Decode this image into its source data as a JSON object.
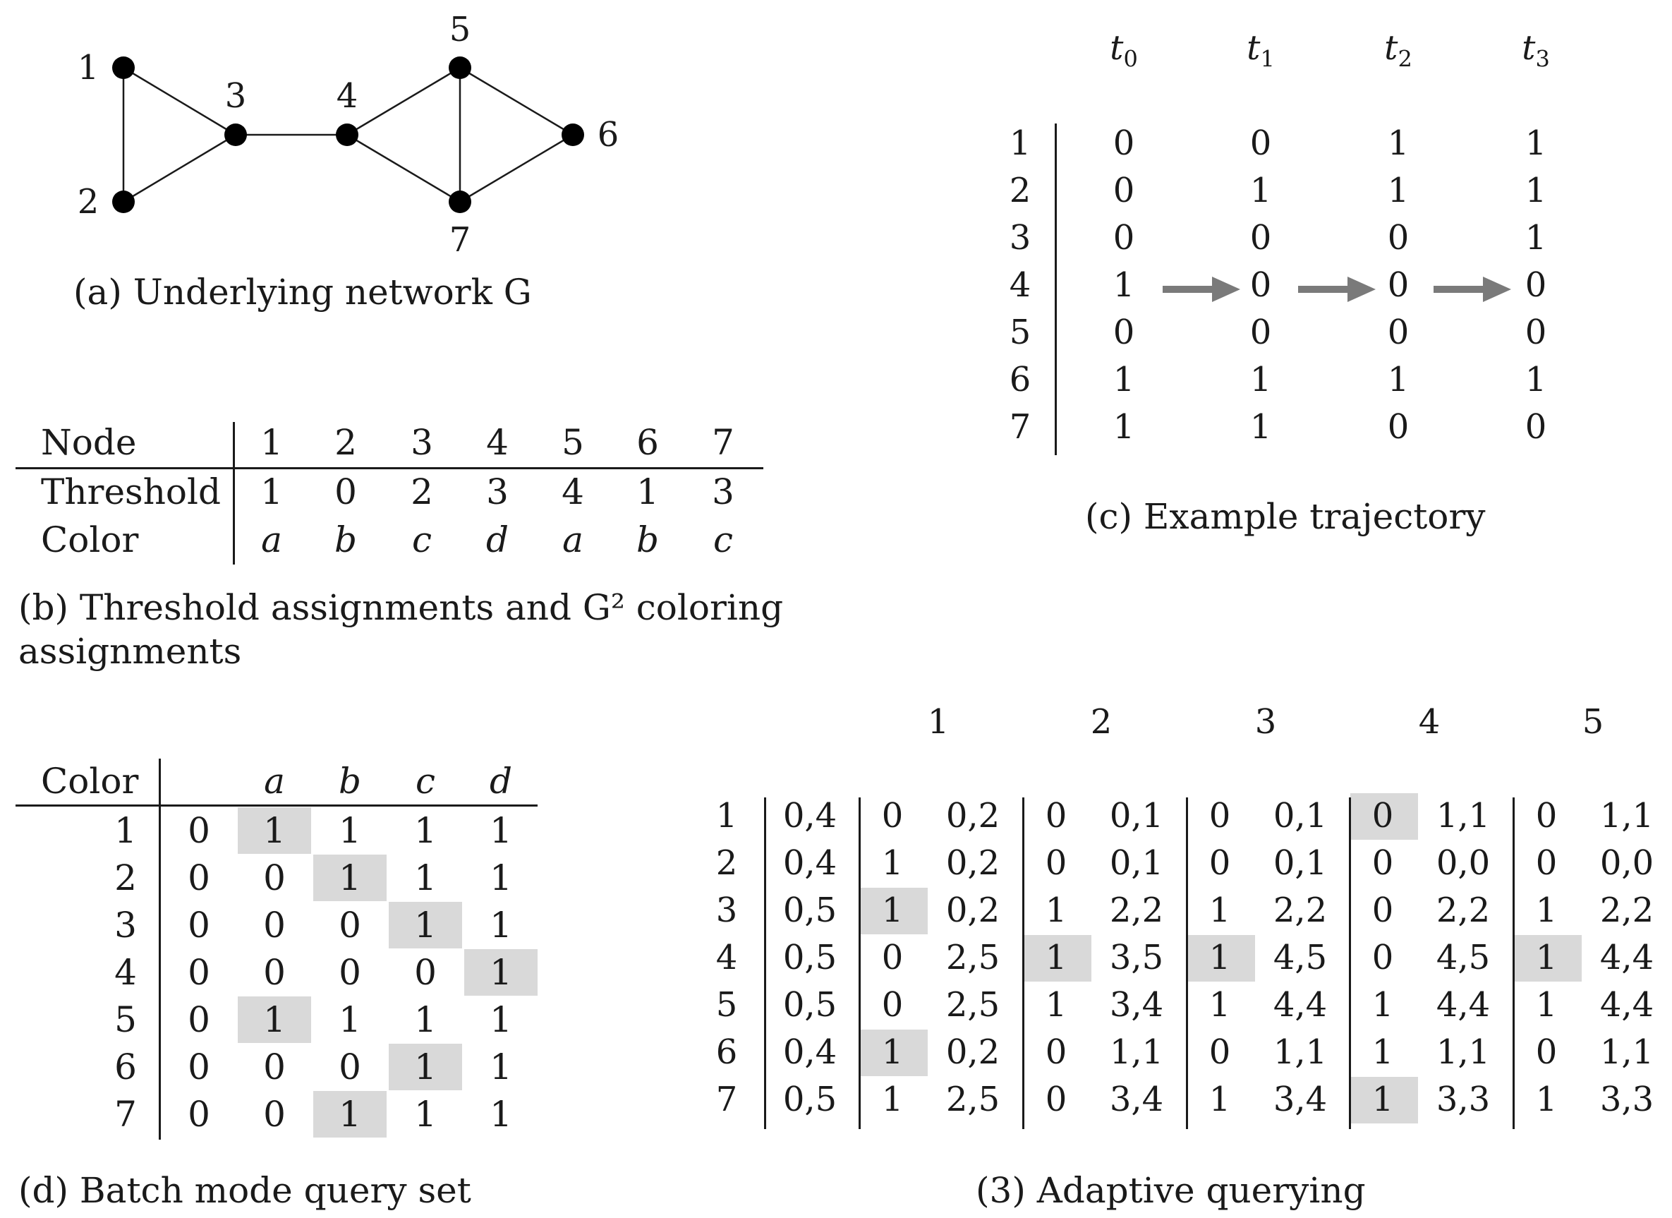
{
  "network": {
    "nodes": [
      {
        "id": "1"
      },
      {
        "id": "2"
      },
      {
        "id": "3"
      },
      {
        "id": "4"
      },
      {
        "id": "5"
      },
      {
        "id": "6"
      },
      {
        "id": "7"
      }
    ],
    "edges": [
      [
        "1",
        "2"
      ],
      [
        "1",
        "3"
      ],
      [
        "2",
        "3"
      ],
      [
        "3",
        "4"
      ],
      [
        "4",
        "5"
      ],
      [
        "4",
        "7"
      ],
      [
        "5",
        "7"
      ],
      [
        "5",
        "6"
      ],
      [
        "6",
        "7"
      ]
    ],
    "caption": "(a) Underlying network G"
  },
  "threshold_table": {
    "row_labels": [
      "Node",
      "Threshold",
      "Color"
    ],
    "nodes": [
      "1",
      "2",
      "3",
      "4",
      "5",
      "6",
      "7"
    ],
    "thresholds": [
      "1",
      "0",
      "2",
      "3",
      "4",
      "1",
      "3"
    ],
    "colors": [
      "a",
      "b",
      "c",
      "d",
      "a",
      "b",
      "c"
    ],
    "caption_line1": "(b) Threshold assignments and G² coloring",
    "caption_line2": "assignments"
  },
  "trajectory": {
    "headers": [
      "t0",
      "t1",
      "t2",
      "t3"
    ],
    "rows": [
      "1",
      "2",
      "3",
      "4",
      "5",
      "6",
      "7"
    ],
    "values": [
      [
        "0",
        "0",
        "1",
        "1"
      ],
      [
        "0",
        "1",
        "1",
        "1"
      ],
      [
        "0",
        "0",
        "0",
        "1"
      ],
      [
        "1",
        "0",
        "0",
        "0"
      ],
      [
        "0",
        "0",
        "0",
        "0"
      ],
      [
        "1",
        "1",
        "1",
        "1"
      ],
      [
        "1",
        "1",
        "0",
        "0"
      ]
    ],
    "caption": "(c) Example trajectory"
  },
  "batch": {
    "header_label": "Color",
    "header_colors": [
      "a",
      "b",
      "c",
      "d"
    ],
    "rows": [
      "1",
      "2",
      "3",
      "4",
      "5",
      "6",
      "7"
    ],
    "values": [
      [
        "0",
        "1",
        "1",
        "1",
        "1"
      ],
      [
        "0",
        "0",
        "1",
        "1",
        "1"
      ],
      [
        "0",
        "0",
        "0",
        "1",
        "1"
      ],
      [
        "0",
        "0",
        "0",
        "0",
        "1"
      ],
      [
        "0",
        "1",
        "1",
        "1",
        "1"
      ],
      [
        "0",
        "0",
        "0",
        "1",
        "1"
      ],
      [
        "0",
        "0",
        "1",
        "1",
        "1"
      ]
    ],
    "caption": "(d) Batch mode query set"
  },
  "adaptive": {
    "col_headers": [
      "1",
      "2",
      "3",
      "4",
      "5"
    ],
    "rows": [
      "1",
      "2",
      "3",
      "4",
      "5",
      "6",
      "7"
    ],
    "first_col": [
      "0,4",
      "0,4",
      "0,5",
      "0,5",
      "0,5",
      "0,4",
      "0,5"
    ],
    "values": [
      [
        [
          "0",
          "0,2"
        ],
        [
          "0",
          "0,1"
        ],
        [
          "0",
          "0,1"
        ],
        [
          "0",
          "1,1"
        ],
        [
          "0",
          "1,1"
        ]
      ],
      [
        [
          "1",
          "0,2"
        ],
        [
          "0",
          "0,1"
        ],
        [
          "0",
          "0,1"
        ],
        [
          "0",
          "0,0"
        ],
        [
          "0",
          "0,0"
        ]
      ],
      [
        [
          "1",
          "0,2"
        ],
        [
          "1",
          "2,2"
        ],
        [
          "1",
          "2,2"
        ],
        [
          "0",
          "2,2"
        ],
        [
          "1",
          "2,2"
        ]
      ],
      [
        [
          "0",
          "2,5"
        ],
        [
          "1",
          "3,5"
        ],
        [
          "1",
          "4,5"
        ],
        [
          "0",
          "4,5"
        ],
        [
          "1",
          "4,4"
        ]
      ],
      [
        [
          "0",
          "2,5"
        ],
        [
          "1",
          "3,4"
        ],
        [
          "1",
          "4,4"
        ],
        [
          "1",
          "4,4"
        ],
        [
          "1",
          "4,4"
        ]
      ],
      [
        [
          "1",
          "0,2"
        ],
        [
          "0",
          "1,1"
        ],
        [
          "0",
          "1,1"
        ],
        [
          "1",
          "1,1"
        ],
        [
          "0",
          "1,1"
        ]
      ],
      [
        [
          "1",
          "2,5"
        ],
        [
          "0",
          "3,4"
        ],
        [
          "1",
          "3,4"
        ],
        [
          "1",
          "3,3"
        ],
        [
          "1",
          "3,3"
        ]
      ]
    ],
    "caption": "(3) Adaptive querying"
  }
}
